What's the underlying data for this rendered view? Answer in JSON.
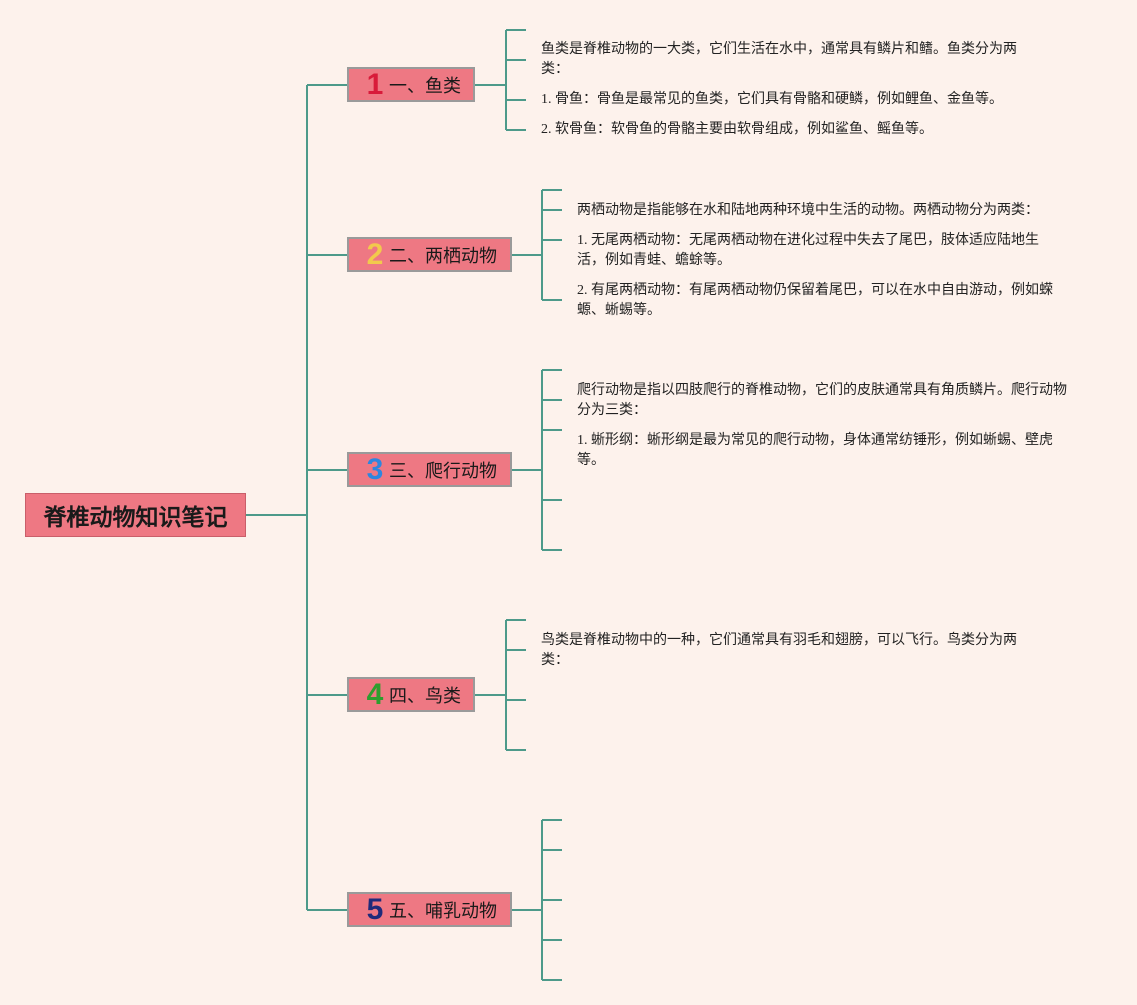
{
  "root": {
    "title": "脊椎动物知识笔记"
  },
  "topics": [
    {
      "number": "1",
      "number_color": "#d81b3a",
      "title": "一、鱼类",
      "notes": [
        "鱼类是脊椎动物的一大类，它们生活在水中，通常具有鳞片和鳍。鱼类分为两类：",
        "1. 骨鱼：骨鱼是最常见的鱼类，它们具有骨骼和硬鳞，例如鲤鱼、金鱼等。",
        "2. 软骨鱼：软骨鱼的骨骼主要由软骨组成，例如鲨鱼、鳐鱼等。"
      ]
    },
    {
      "number": "2",
      "number_color": "#f2c94c",
      "title": "二、两栖动物",
      "notes": [
        "两栖动物是指能够在水和陆地两种环境中生活的动物。两栖动物分为两类：",
        "1. 无尾两栖动物：无尾两栖动物在进化过程中失去了尾巴，肢体适应陆地生活，例如青蛙、蟾蜍等。",
        "2. 有尾两栖动物：有尾两栖动物仍保留着尾巴，可以在水中自由游动，例如蝾螈、蜥蜴等。"
      ]
    },
    {
      "number": "3",
      "number_color": "#2e86de",
      "title": "三、爬行动物",
      "notes": [
        "爬行动物是指以四肢爬行的脊椎动物，它们的皮肤通常具有角质鳞片。爬行动物分为三类：",
        "1. 蜥形纲：蜥形纲是最为常见的爬行动物，身体通常纺锤形，例如蜥蜴、壁虎等。",
        "",
        ""
      ]
    },
    {
      "number": "4",
      "number_color": "#2e9e2e",
      "title": "四、鸟类",
      "notes": [
        "鸟类是脊椎动物中的一种，它们通常具有羽毛和翅膀，可以飞行。鸟类分为两类：",
        "",
        ""
      ]
    },
    {
      "number": "5",
      "number_color": "#1f2a7a",
      "title": "五、哺乳动物",
      "notes": [
        "",
        "",
        "",
        ""
      ]
    }
  ],
  "colors": {
    "connector": "#4d9a8a",
    "node_fill": "#ee7883",
    "background": "#fdf2ec"
  }
}
